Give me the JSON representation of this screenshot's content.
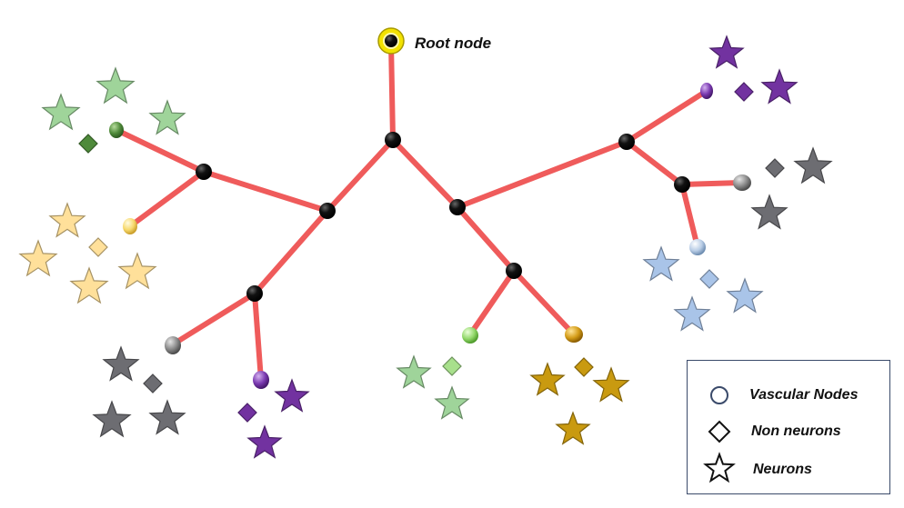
{
  "diagram": {
    "root_label": "Root node"
  },
  "legend": {
    "vascular": "Vascular Nodes",
    "non_neurons": "Non neurons",
    "neurons": "Neurons"
  },
  "colors": {
    "edge": "#ef5b5b",
    "junction": "#000000",
    "root_ring": "#f2e200",
    "green_light": "#9fd49a",
    "green_dark": "#4e8a3a",
    "yellow": "#ffe09a",
    "gray": "#6d6d72",
    "purple": "#7232a0",
    "blue": "#a9c4e8",
    "bright_green": "#a8e08c",
    "gold": "#c99a10",
    "legend_border": "#3a4a6a"
  }
}
